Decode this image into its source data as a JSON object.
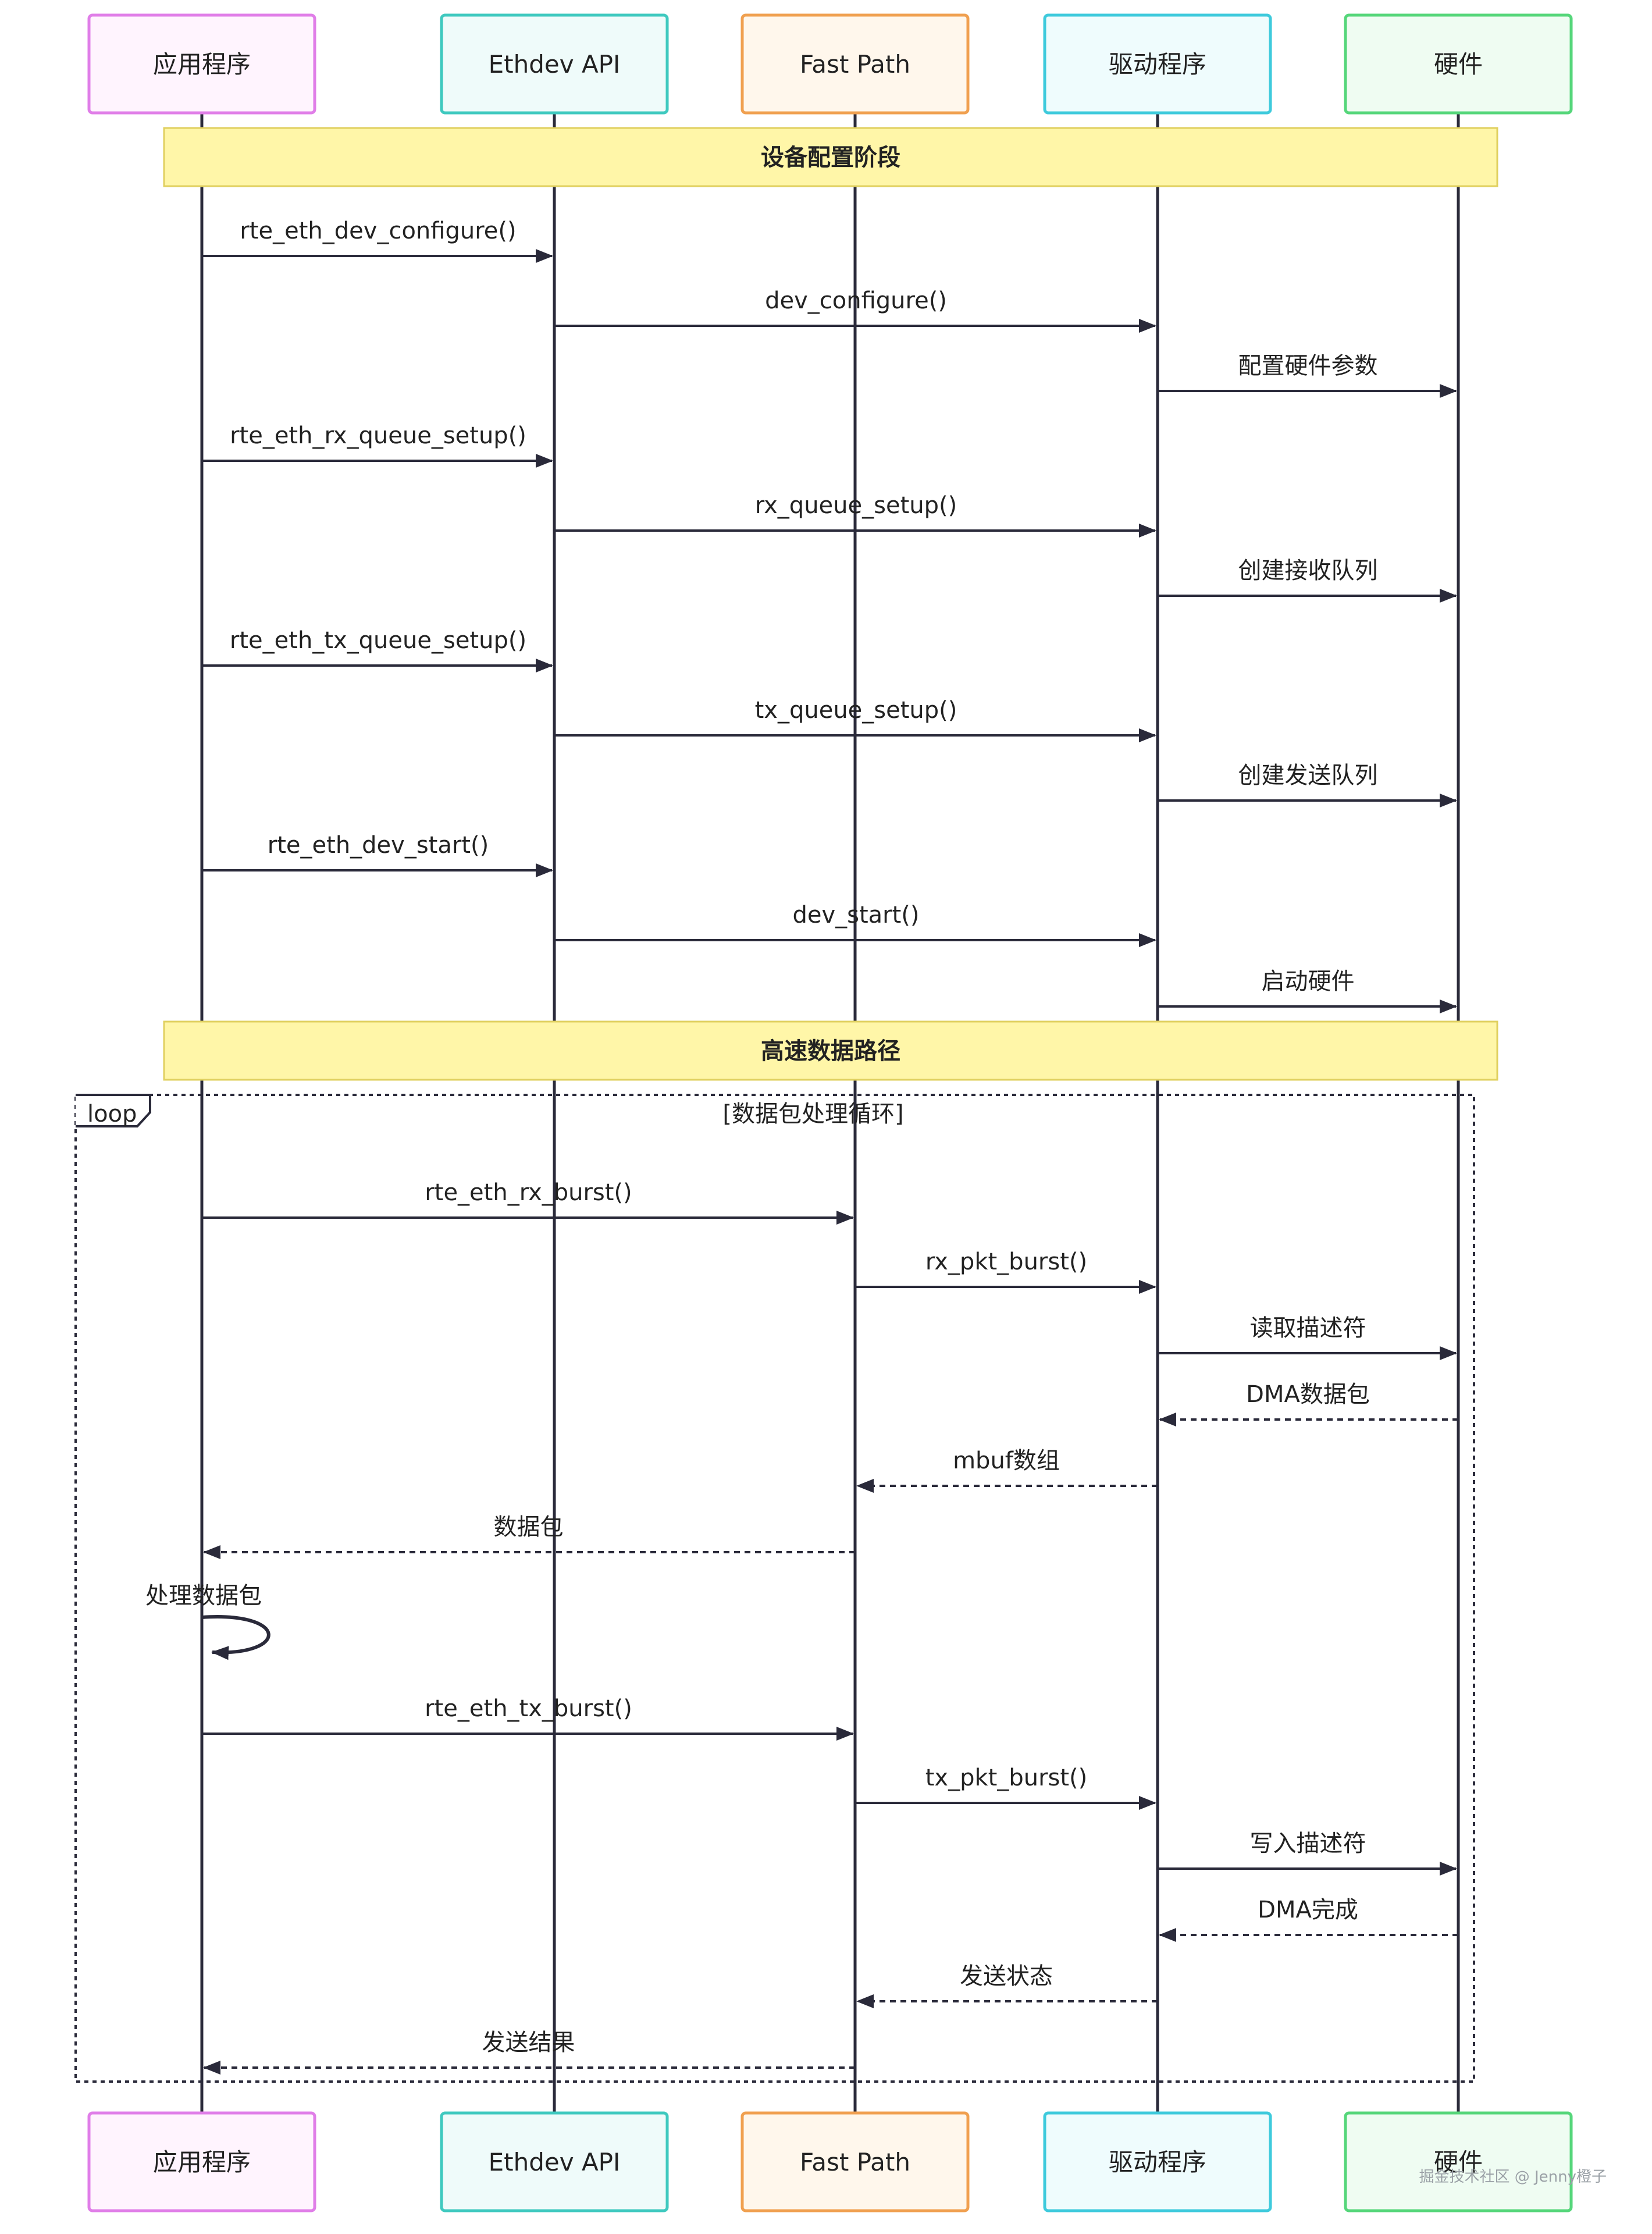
{
  "participants": [
    {
      "id": "app",
      "label": "应用程序",
      "stroke": "#e07ee8",
      "fill": "#fff4fe"
    },
    {
      "id": "api",
      "label": "Ethdev API",
      "stroke": "#3fc9bf",
      "fill": "#effbfa"
    },
    {
      "id": "fast",
      "label": "Fast Path",
      "stroke": "#f0a050",
      "fill": "#fff7ec"
    },
    {
      "id": "drv",
      "label": "驱动程序",
      "stroke": "#3ecadc",
      "fill": "#effcfd"
    },
    {
      "id": "hw",
      "label": "硬件",
      "stroke": "#55d67a",
      "fill": "#effcf2"
    }
  ],
  "notes": [
    {
      "label": "设备配置阶段"
    },
    {
      "label": "高速数据路径"
    }
  ],
  "loop": {
    "tag": "loop",
    "condition": "[数据包处理循环]"
  },
  "messages": [
    {
      "from": "app",
      "to": "api",
      "label": "rte_eth_dev_configure()",
      "dashed": false
    },
    {
      "from": "api",
      "to": "drv",
      "label": "dev_configure()",
      "dashed": false
    },
    {
      "from": "drv",
      "to": "hw",
      "label": "配置硬件参数",
      "dashed": false
    },
    {
      "from": "app",
      "to": "api",
      "label": "rte_eth_rx_queue_setup()",
      "dashed": false
    },
    {
      "from": "api",
      "to": "drv",
      "label": "rx_queue_setup()",
      "dashed": false
    },
    {
      "from": "drv",
      "to": "hw",
      "label": "创建接收队列",
      "dashed": false
    },
    {
      "from": "app",
      "to": "api",
      "label": "rte_eth_tx_queue_setup()",
      "dashed": false
    },
    {
      "from": "api",
      "to": "drv",
      "label": "tx_queue_setup()",
      "dashed": false
    },
    {
      "from": "drv",
      "to": "hw",
      "label": "创建发送队列",
      "dashed": false
    },
    {
      "from": "app",
      "to": "api",
      "label": "rte_eth_dev_start()",
      "dashed": false
    },
    {
      "from": "api",
      "to": "drv",
      "label": "dev_start()",
      "dashed": false
    },
    {
      "from": "drv",
      "to": "hw",
      "label": "启动硬件",
      "dashed": false
    },
    {
      "from": "app",
      "to": "fast",
      "label": "rte_eth_rx_burst()",
      "dashed": false
    },
    {
      "from": "fast",
      "to": "drv",
      "label": "rx_pkt_burst()",
      "dashed": false
    },
    {
      "from": "drv",
      "to": "hw",
      "label": "读取描述符",
      "dashed": false
    },
    {
      "from": "hw",
      "to": "drv",
      "label": "DMA数据包",
      "dashed": true
    },
    {
      "from": "drv",
      "to": "fast",
      "label": "mbuf数组",
      "dashed": true
    },
    {
      "from": "fast",
      "to": "app",
      "label": "数据包",
      "dashed": true
    },
    {
      "from": "app",
      "to": "app",
      "label": "处理数据包",
      "dashed": false
    },
    {
      "from": "app",
      "to": "fast",
      "label": "rte_eth_tx_burst()",
      "dashed": false
    },
    {
      "from": "fast",
      "to": "drv",
      "label": "tx_pkt_burst()",
      "dashed": false
    },
    {
      "from": "drv",
      "to": "hw",
      "label": "写入描述符",
      "dashed": false
    },
    {
      "from": "hw",
      "to": "drv",
      "label": "DMA完成",
      "dashed": true
    },
    {
      "from": "drv",
      "to": "fast",
      "label": "发送状态",
      "dashed": true
    },
    {
      "from": "fast",
      "to": "app",
      "label": "发送结果",
      "dashed": true
    }
  ],
  "watermark": "掘金技术社区 @ Jenny橙子",
  "colors": {
    "line": "#2a2a3a",
    "note_fill": "#fff6a8",
    "note_stroke": "#e0d060"
  }
}
